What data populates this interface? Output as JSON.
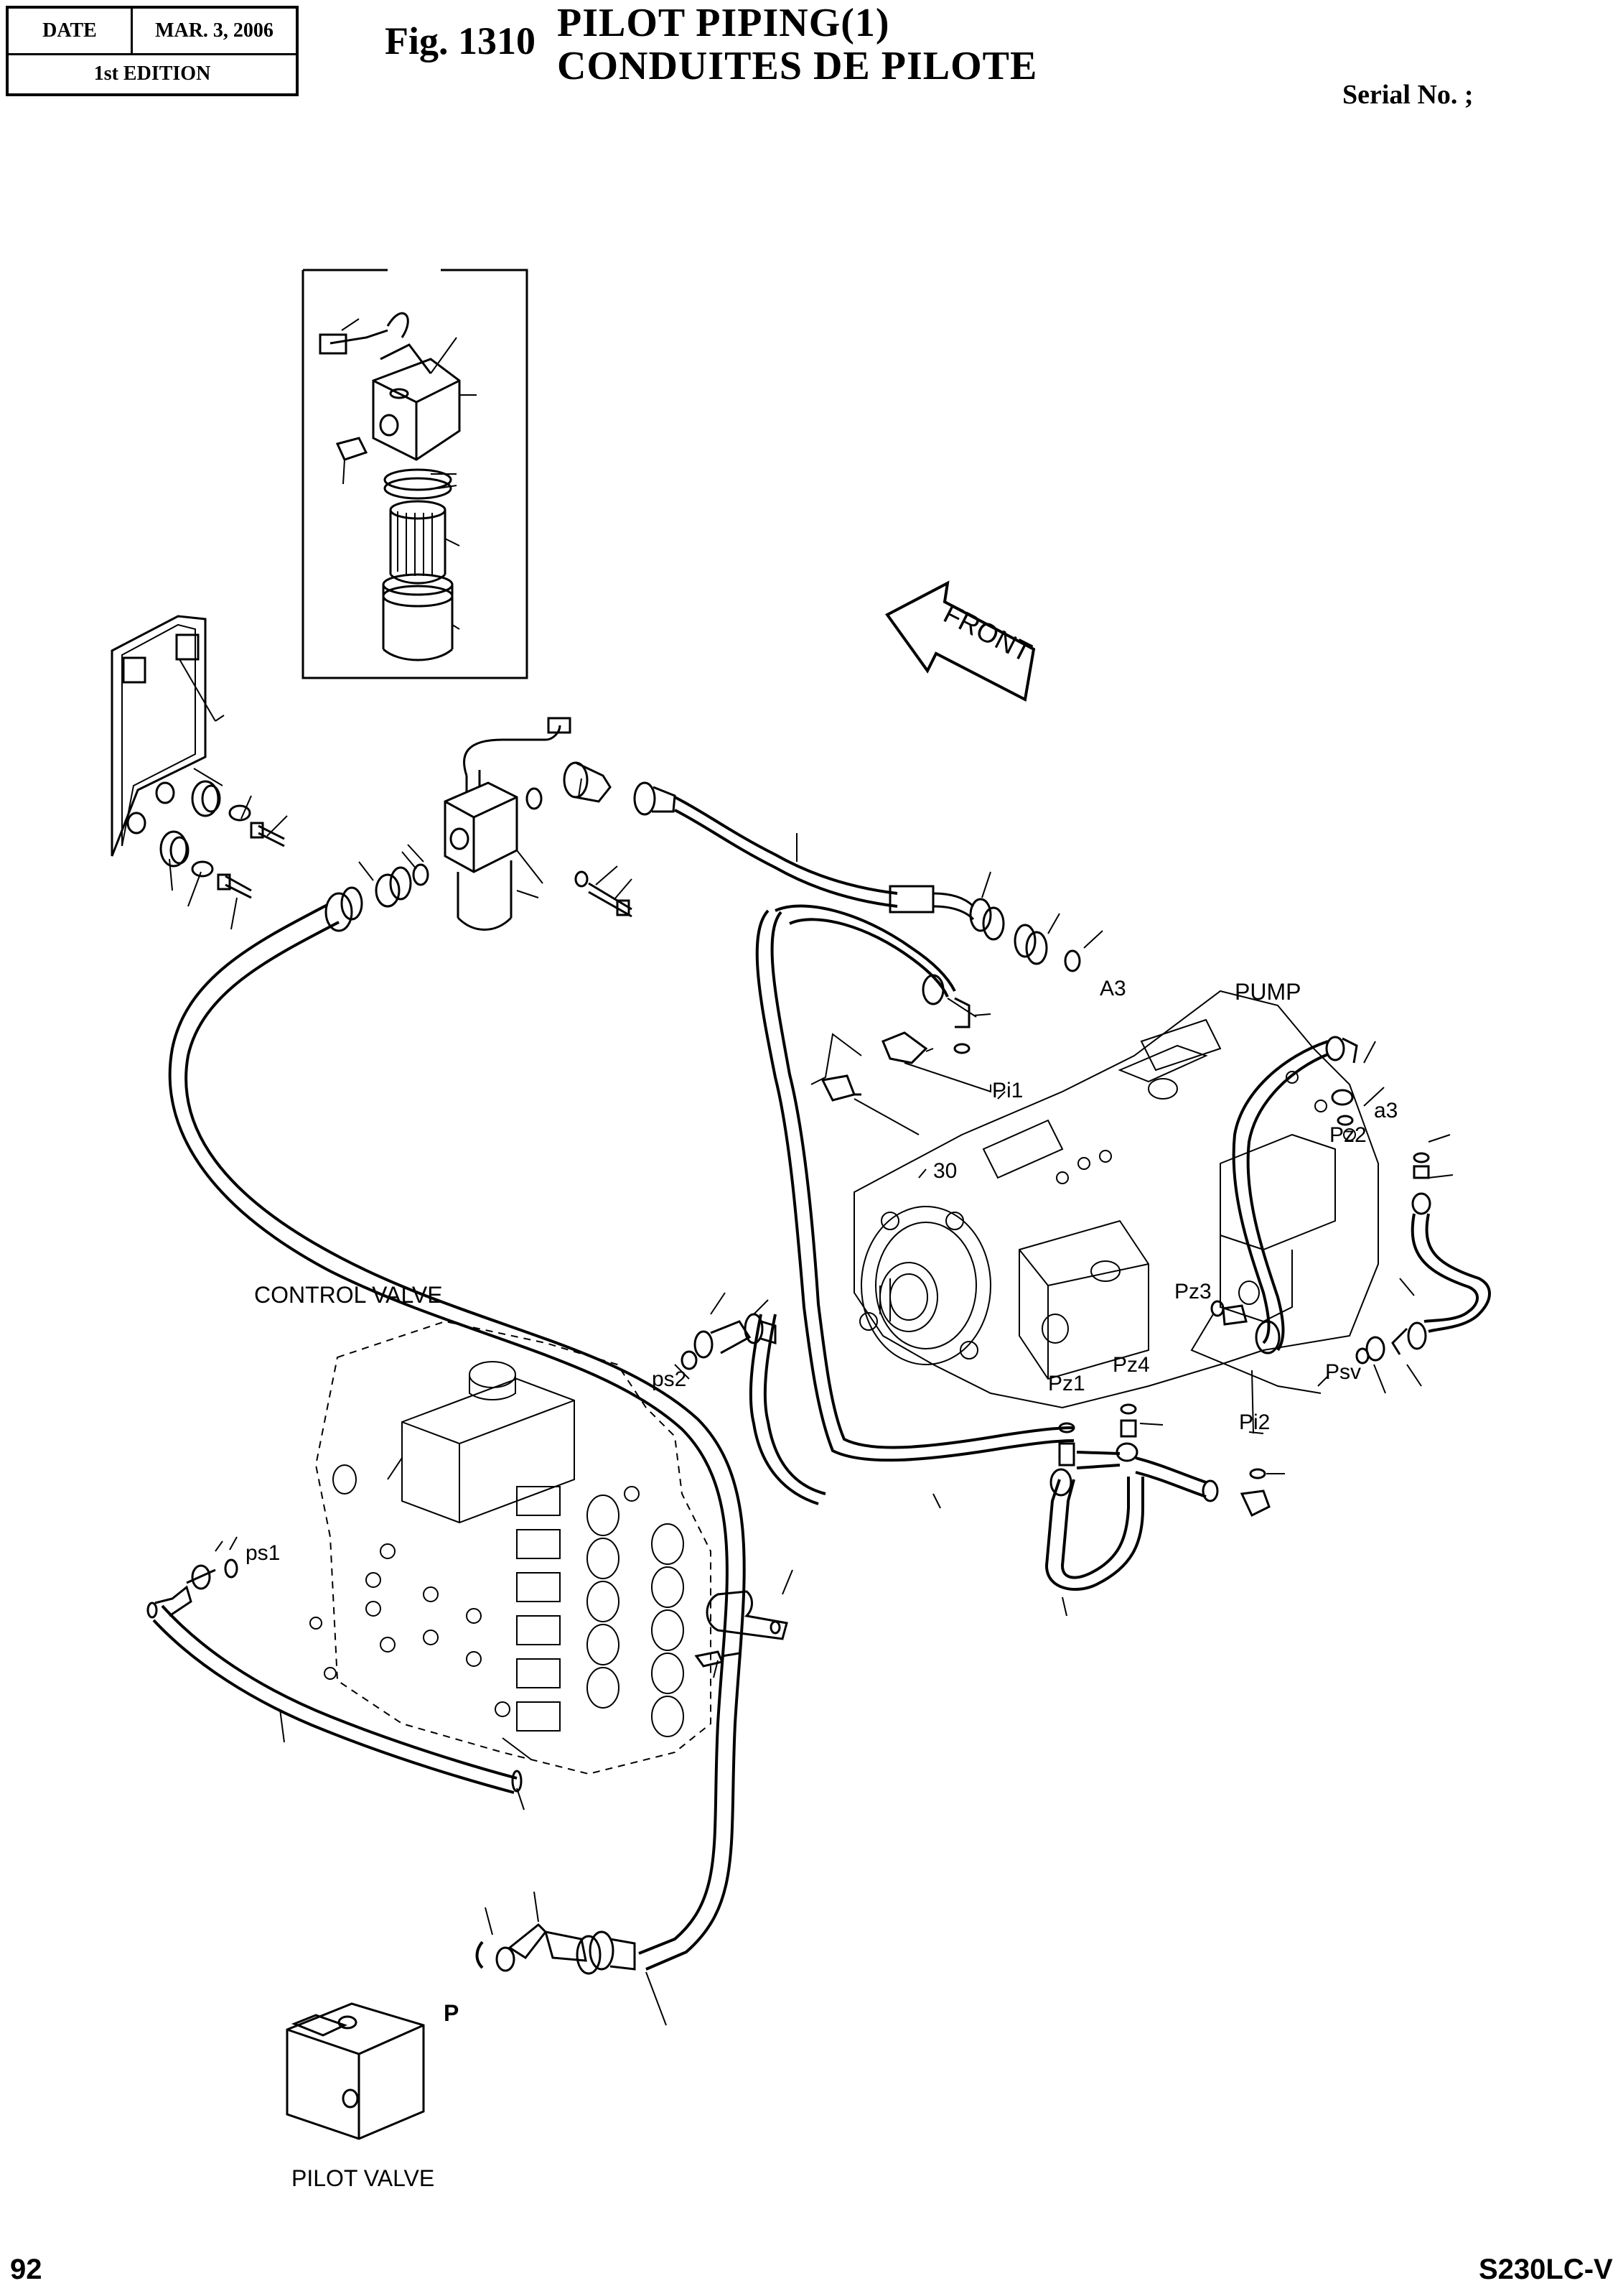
{
  "header": {
    "date_label": "DATE",
    "date_value": "MAR. 3, 2006",
    "edition": "1st EDITION",
    "fig_number": "Fig. 1310",
    "title_en": "PILOT PIPING(1)",
    "title_fr": "CONDUITES DE PILOTE",
    "serial": "Serial No. ;"
  },
  "labels": {
    "front": "FRONT",
    "pump": "PUMP",
    "control_valve": "CONTROL VALVE",
    "pilot_valve": "PILOT VALVE",
    "port_a3": "A3",
    "port_a3_lower": "a3",
    "port_pi1": "Pi1",
    "port_pi2": "Pi2",
    "port_pz1": "Pz1",
    "port_pz2": "Pz2",
    "port_pz3": "Pz3",
    "port_pz4": "Pz4",
    "port_psv": "Psv",
    "port_ps1": "ps1",
    "port_ps2": "ps2",
    "port_p": "P",
    "item_30": "30"
  },
  "footer": {
    "page": "92",
    "model": "S230LC-V"
  }
}
